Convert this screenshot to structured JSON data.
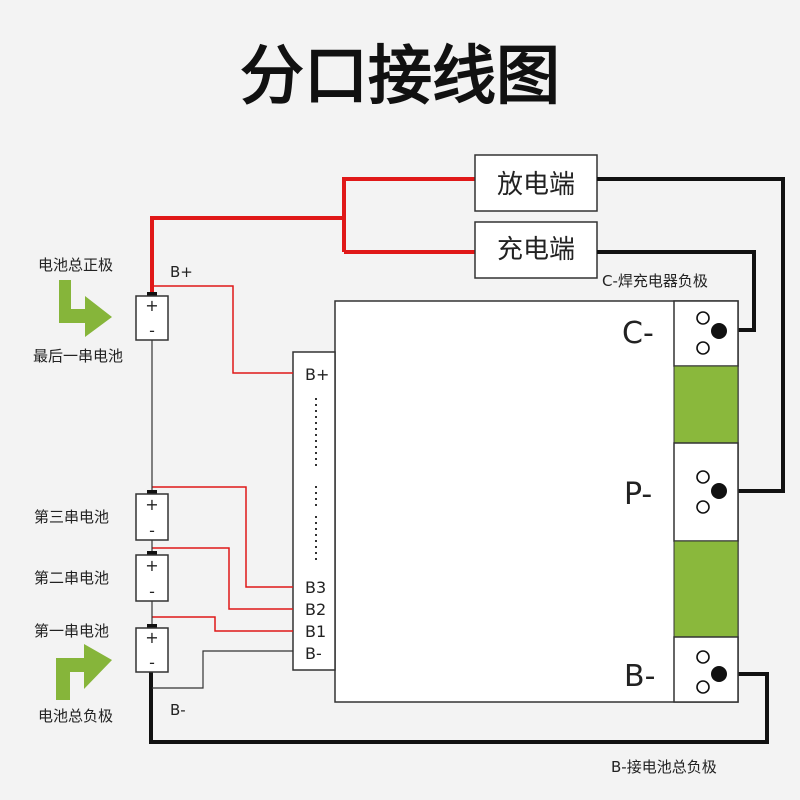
{
  "title": "分口接线图",
  "discharge_port": "放电端",
  "charge_port": "充电端",
  "c_minus_note": "C-焊充电器负极",
  "b_minus_note": "B-接电池总负极",
  "board_terminals": {
    "c_minus": "C-",
    "p_minus": "P-",
    "b_minus": "B-"
  },
  "connector_pins": {
    "b_plus": "B+",
    "b3": "B3",
    "b2": "B2",
    "b1": "B1",
    "b_minus": "B-"
  },
  "wire_labels": {
    "b_plus": "B+",
    "b_minus": "B-"
  },
  "battery_labels": {
    "total_positive": "电池总正极",
    "last_cell": "最后一串电池",
    "third_cell": "第三串电池",
    "second_cell": "第二串电池",
    "first_cell": "第一串电池",
    "total_negative": "电池总负极"
  },
  "cell_symbols": {
    "plus": "+",
    "minus": "-"
  },
  "colors": {
    "positive_wire": "#e01818",
    "negative_wire": "#111111",
    "arrow": "#86b53a",
    "board_bar": "#8ab83c"
  }
}
